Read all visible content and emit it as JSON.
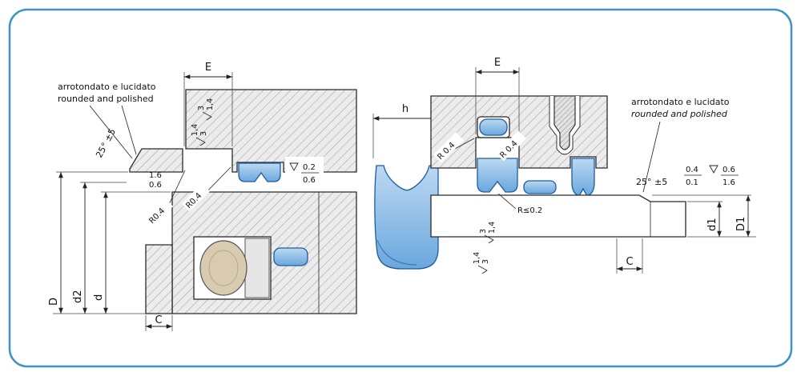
{
  "colors": {
    "border": "#3e93c4",
    "seal_fill_light": "#bcd9f2",
    "seal_fill_dark": "#6aa7dd",
    "seal_stroke": "#1c5c9e"
  },
  "left_view": {
    "annotation_line1": "arrotondato e lucidato",
    "annotation_line2": "rounded and polished",
    "angle_label": "25° ±5",
    "edge_finish_top": "1.6",
    "edge_finish_bottom": "0.6",
    "groove_width_label": "E",
    "radius_label_1": "R0.4",
    "radius_label_2": "R0.4",
    "roughness_mark_1_top": "3",
    "roughness_mark_1_bottom": "1,4",
    "roughness_mark_2_top": "1,4",
    "roughness_mark_2_bottom": "3",
    "groove_finish_top": "0.2",
    "groove_finish_bottom": "0.6",
    "dim_outer_diameter": "D",
    "dim_groove_diameter": "d2",
    "dim_rod_diameter": "d",
    "dim_chamfer_length": "C"
  },
  "seal_profile": {
    "height_label": "h"
  },
  "right_view": {
    "groove_width_label": "E",
    "radius_label_1": "R 0.4",
    "radius_label_2": "R 0.4",
    "radius_max_label": "R≤0.2",
    "roughness_mark_1_top": "3",
    "roughness_mark_1_bottom": "1,4",
    "roughness_mark_2_top": "1,4",
    "roughness_mark_2_bottom": "3",
    "annotation_line1": "arrotondato e lucidato",
    "annotation_line2": "rounded and polished",
    "angle_label": "25° ±5",
    "edge_finish_a_top": "0.4",
    "edge_finish_a_bottom": "0.1",
    "edge_finish_b_top": "0.6",
    "edge_finish_b_bottom": "1.6",
    "dim_rod_diameter_small": "d1",
    "dim_bore_diameter": "D1",
    "dim_chamfer_length": "C"
  }
}
